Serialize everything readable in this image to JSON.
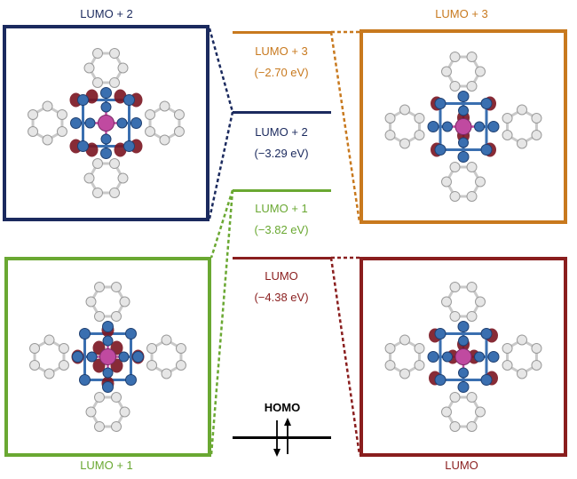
{
  "colors": {
    "lumo2": "#1b2a5e",
    "lumo3": "#c8791e",
    "lumo1": "#6aa832",
    "lumo": "#8a1e1e",
    "homo": "#000000",
    "carbon": "#c9c9c9",
    "nitrogen": "#3a6fb0",
    "metal": "#c04aa0",
    "lobe": "#7a1420"
  },
  "panels": {
    "lumo2": {
      "caption": "LUMO + 2"
    },
    "lumo3": {
      "caption": "LUMO + 3"
    },
    "lumo1": {
      "caption": "LUMO + 1"
    },
    "lumo": {
      "caption": "LUMO"
    }
  },
  "levels": {
    "lumo3": {
      "name": "LUMO + 3",
      "energy": "(−2.70 eV)"
    },
    "lumo2": {
      "name": "LUMO + 2",
      "energy": "(−3.29 eV)"
    },
    "lumo1": {
      "name": "LUMO + 1",
      "energy": "(−3.82 eV)"
    },
    "lumo": {
      "name": "LUMO",
      "energy": "(−4.38 eV)"
    },
    "homo": {
      "name": "HOMO"
    }
  }
}
